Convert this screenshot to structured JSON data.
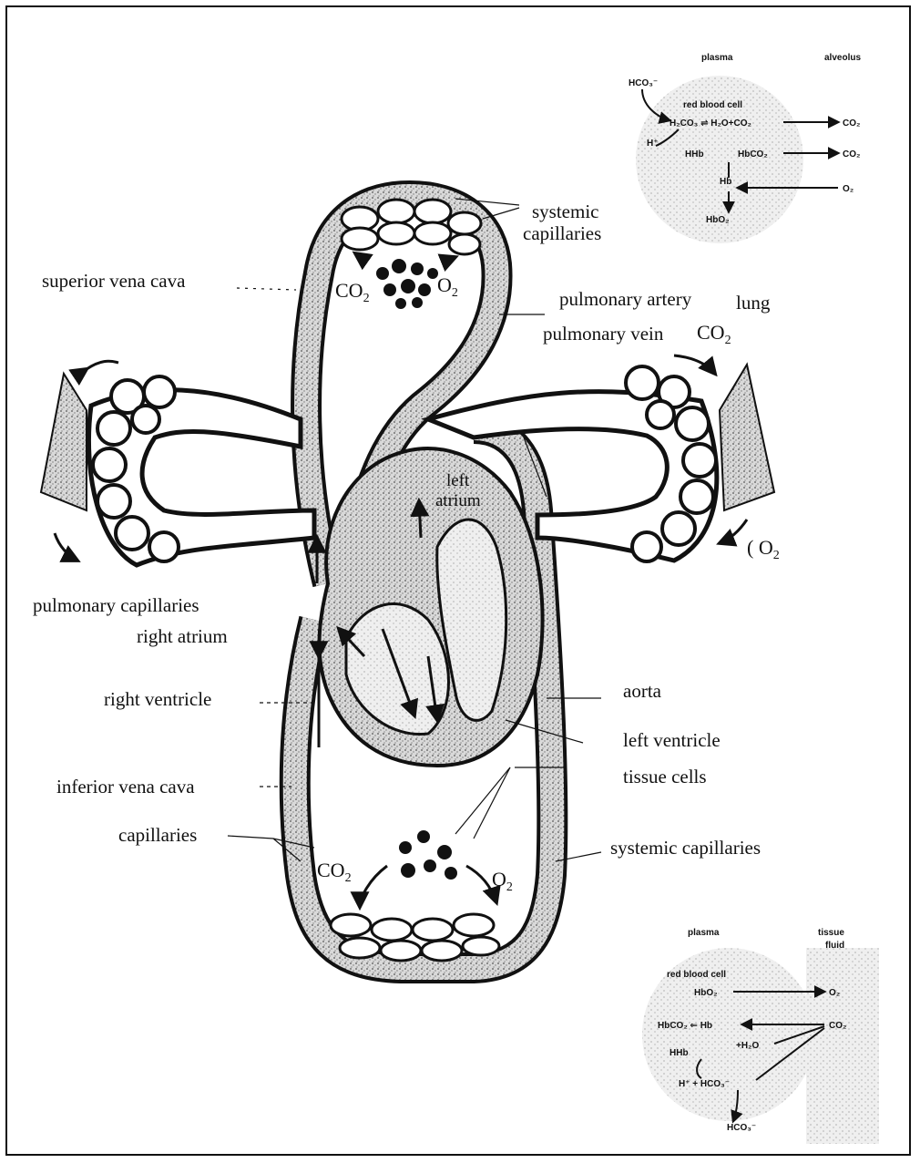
{
  "labels": {
    "systemic_capillaries_top_1": "systemic",
    "systemic_capillaries_top_2": "capillaries",
    "superior_vena_cava": "superior vena cava",
    "pulmonary_artery": "pulmonary artery",
    "lung": "lung",
    "pulmonary_vein": "pulmonary vein",
    "left_atrium_1": "left",
    "left_atrium_2": "atrium",
    "pulmonary_capillaries": "pulmonary capillaries",
    "right_atrium": "right atrium",
    "right_ventricle": "right ventricle",
    "aorta": "aorta",
    "left_ventricle": "left ventricle",
    "tissue_cells": "tissue cells",
    "inferior_vena_cava": "inferior vena cava",
    "capillaries": "capillaries",
    "systemic_capillaries_bottom": "systemic capillaries"
  },
  "gases": {
    "co2": "CO",
    "o2": "O",
    "sub2": "2",
    "co2_right_partial": "( O"
  },
  "inset_top": {
    "plasma": "plasma",
    "alveolus": "alveolus",
    "red_blood_cell": "red blood cell",
    "hco3": "HCO₃⁻",
    "h2co3_row": "H₂CO₃ ⇌ H₂O+CO₂",
    "h_plus": "H⁺",
    "hhb": "HHb",
    "hbco2": "HbCO₂",
    "hb": "Hb",
    "hbo2": "HbO₂",
    "co2_out1": "CO₂",
    "co2_out2": "CO₂",
    "o2_in": "O₂"
  },
  "inset_bottom": {
    "plasma": "plasma",
    "tissue_fluid_1": "tissue",
    "tissue_fluid_2": "fluid",
    "red_blood_cell": "red blood cell",
    "hbo2": "HbO₂",
    "o2_out": "O₂",
    "hbco2": "HbCO₂ ⇐ Hb",
    "co2_in": "CO₂",
    "hhb": "HHb",
    "h2o": "+H₂O",
    "h_hco3": "H⁺ + HCO₃⁻",
    "hco3_out": "HCO₃⁻"
  }
}
